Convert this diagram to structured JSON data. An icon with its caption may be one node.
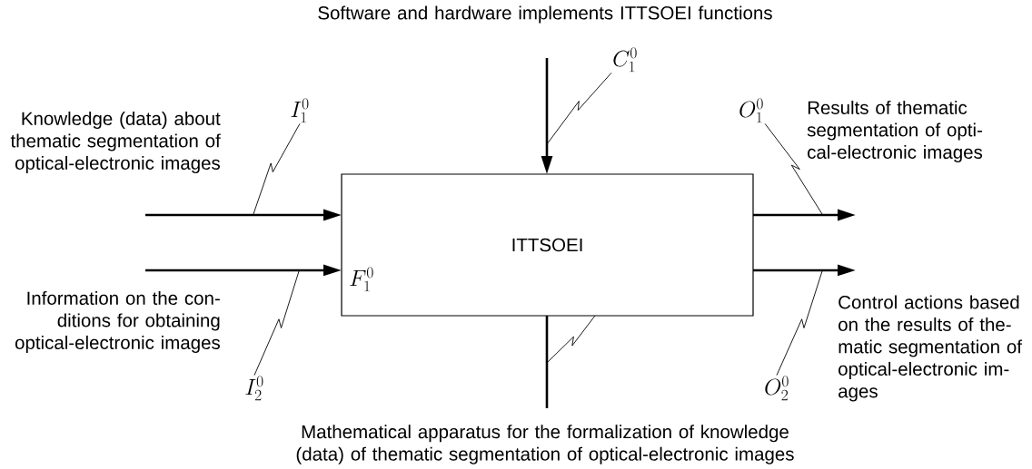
{
  "diagram": {
    "nodes": [
      {
        "text": [
          "ITTSOEI",
          "F_1^0"
        ]
      },
      {
        "text": [
          "I_1^0"
        ]
      },
      {
        "text": [
          "I_2^0"
        ]
      },
      {
        "text": [
          "C_1^0"
        ]
      },
      {
        "text": [
          "O_1^0"
        ]
      },
      {
        "text": [
          "O_2^0"
        ]
      }
    ],
    "edges": [
      {
        "from": null,
        "to": 0,
        "arrow": "to"
      },
      {
        "from": null,
        "to": 0,
        "arrow": "to"
      },
      {
        "from": null,
        "to": 0,
        "arrow": "to"
      },
      {
        "from": null,
        "to": 0,
        "arrow": "none"
      },
      {
        "from": 0,
        "to": null,
        "arrow": "to"
      },
      {
        "from": 0,
        "to": null,
        "arrow": "to"
      },
      {
        "from": 1,
        "to": null,
        "arrow": "none"
      },
      {
        "from": 2,
        "to": null,
        "arrow": "none"
      },
      {
        "from": 3,
        "to": null,
        "arrow": "none"
      },
      {
        "from": 4,
        "to": null,
        "arrow": "none"
      },
      {
        "from": 5,
        "to": null,
        "arrow": "none"
      },
      {
        "from": null,
        "to": 0,
        "arrow": "none"
      }
    ],
    "labels": [
      "Software and hardware implements ITTSOEI functions",
      "Knowledge (data) about thematic segmentation of optical-electronic images",
      "Information on the con- ditions for obtaining optical-electronic images",
      "Results of thematic segmentation of opti- cal-electronic images",
      "Control actions based on the results of the- matic segmentation of optical-electronic im- ages",
      "Mathematical apparatus for the formalization of knowledge (data) of thematic segmentation of optical-electronic images"
    ]
  }
}
